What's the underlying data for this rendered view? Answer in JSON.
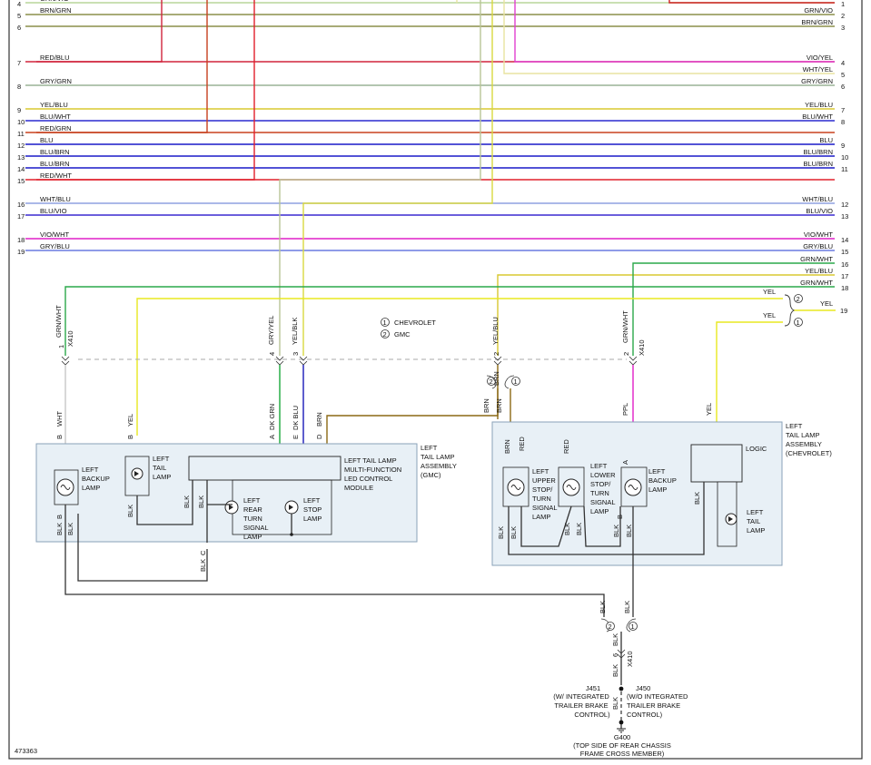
{
  "left_wires": [
    {
      "num": "4",
      "label": "GRN/VIO",
      "color": "#b8d69a"
    },
    {
      "num": "5",
      "label": "BRN/GRN",
      "color": "#8b8f4a"
    },
    {
      "num": "6",
      "label": "",
      "color": "#8b8f4a"
    },
    {
      "num": "7",
      "label": "RED/BLU",
      "color": "#d0243c"
    },
    {
      "num": "8",
      "label": "GRY/GRN",
      "color": "#9ab496"
    },
    {
      "num": "9",
      "label": "YEL/BLU",
      "color": "#d8c830"
    },
    {
      "num": "10",
      "label": "BLU/WHT",
      "color": "#2a2ad0"
    },
    {
      "num": "11",
      "label": "RED/GRN",
      "color": "#c8401e"
    },
    {
      "num": "12",
      "label": "BLU",
      "color": "#1a1ac8"
    },
    {
      "num": "13",
      "label": "BLU/BRN",
      "color": "#1a1ac8"
    },
    {
      "num": "14",
      "label": "BLU/BRN",
      "color": "#1a1ac8"
    },
    {
      "num": "15",
      "label": "RED/WHT",
      "color": "#e0202c"
    },
    {
      "num": "16",
      "label": "WHT/BLU",
      "color": "#8fa0e0"
    },
    {
      "num": "17",
      "label": "BLU/VIO",
      "color": "#3a2ad0"
    },
    {
      "num": "18",
      "label": "VIO/WHT",
      "color": "#e020c8"
    },
    {
      "num": "19",
      "label": "GRY/BLU",
      "color": "#6a7ae0"
    }
  ],
  "right_wires": [
    {
      "num": "1",
      "label": "",
      "color": "#d02020"
    },
    {
      "num": "2",
      "label": "GRN/VIO",
      "color": "#b8d69a"
    },
    {
      "num": "3",
      "label": "BRN/GRN",
      "color": "#8b8f4a"
    },
    {
      "num": "4",
      "label": "VIO/YEL",
      "color": "#e040d0"
    },
    {
      "num": "5",
      "label": "WHT/YEL",
      "color": "#e8e4a0"
    },
    {
      "num": "6",
      "label": "GRY/GRN",
      "color": "#9ab496"
    },
    {
      "num": "7",
      "label": "YEL/BLU",
      "color": "#d8c830"
    },
    {
      "num": "8",
      "label": "BLU/WHT",
      "color": "#2a2ad0"
    },
    {
      "num": "9",
      "label": "BLU",
      "color": "#1a1ac8"
    },
    {
      "num": "10",
      "label": "BLU/BRN",
      "color": "#1a1ac8"
    },
    {
      "num": "11",
      "label": "BLU/BRN",
      "color": "#1a1ac8"
    },
    {
      "num": "12",
      "label": "WHT/BLU",
      "color": "#8fa0e0"
    },
    {
      "num": "13",
      "label": "BLU/VIO",
      "color": "#3a2ad0"
    },
    {
      "num": "14",
      "label": "VIO/WHT",
      "color": "#e020c8"
    },
    {
      "num": "15",
      "label": "GRY/BLU",
      "color": "#6a7ae0"
    },
    {
      "num": "16",
      "label": "GRN/WHT",
      "color": "#2aa84a"
    },
    {
      "num": "17",
      "label": "YEL/BLU",
      "color": "#d8c830"
    },
    {
      "num": "18",
      "label": "GRN/WHT",
      "color": "#2aa84a"
    }
  ],
  "yel_splice": {
    "label_top": "YEL",
    "label_bottom": "YEL",
    "out_label": "YEL",
    "out_num": "19",
    "marker_top": "2",
    "marker_bottom": "1"
  },
  "legend": {
    "one": "CHEVROLET",
    "two": "GMC",
    "m1": "1",
    "m2": "2"
  },
  "connector_x410": "X410",
  "gmc": {
    "title": [
      "LEFT",
      "TAIL LAMP",
      "ASSEMBLY",
      "(GMC)"
    ],
    "module": [
      "LEFT TAIL LAMP",
      "MULTI-FUNCTION",
      "LED CONTROL",
      "MODULE"
    ],
    "backup": [
      "LEFT",
      "BACKUP",
      "LAMP"
    ],
    "tail": [
      "LEFT",
      "TAIL",
      "LAMP"
    ],
    "rear_turn": [
      "LEFT",
      "REAR",
      "TURN",
      "SIGNAL",
      "LAMP"
    ],
    "stop": [
      "LEFT",
      "STOP",
      "LAMP"
    ],
    "wire_top": [
      {
        "pin": "1",
        "label": "GRN/WHT"
      },
      {
        "pin": "4",
        "label": "GRY/YEL"
      },
      {
        "pin": "3",
        "label": "YEL/BLK"
      }
    ],
    "pins": {
      "a": "A",
      "b": "B",
      "c": "C",
      "d": "D",
      "e": "E"
    },
    "labels": {
      "wht": "WHT",
      "yel": "YEL",
      "dkgrn": "DK GRN",
      "dkblu": "DK BLU",
      "brn": "BRN",
      "blk": "BLK"
    }
  },
  "chevy": {
    "title": [
      "LEFT",
      "TAIL LAMP",
      "ASSEMBLY",
      "(CHEVROLET)"
    ],
    "logic": "LOGIC",
    "upper": [
      "LEFT",
      "UPPER",
      "STOP/",
      "TURN",
      "SIGNAL",
      "LAMP"
    ],
    "lower": [
      "LEFT",
      "LOWER",
      "STOP/",
      "TURN",
      "SIGNAL",
      "LAMP"
    ],
    "backup": [
      "LEFT",
      "BACKUP",
      "LAMP"
    ],
    "tail": [
      "LEFT",
      "TAIL",
      "LAMP"
    ],
    "wire_top": [
      {
        "pin": "2",
        "label": "YEL/BLU"
      },
      {
        "pin": "2",
        "label": "GRN/WHT"
      }
    ],
    "labels": {
      "brn": "BRN",
      "red": "RED",
      "ppl": "PPL",
      "yel": "YEL",
      "blk": "BLK",
      "a": "A",
      "b": "B"
    }
  },
  "ground": {
    "pin6": "6",
    "m2": "2",
    "m1": "1",
    "blk": "BLK",
    "j451": [
      "J451",
      "(W/ INTEGRATED",
      "TRAILER BRAKE",
      "CONTROL)"
    ],
    "j450": [
      "J450",
      "(W/O INTEGRATED",
      "TRAILER BRAKE",
      "CONTROL)"
    ],
    "g400": [
      "G400",
      "(TOP SIDE OF REAR CHASSIS",
      "FRAME CROSS MEMBER)"
    ]
  },
  "figure_id": "473363"
}
